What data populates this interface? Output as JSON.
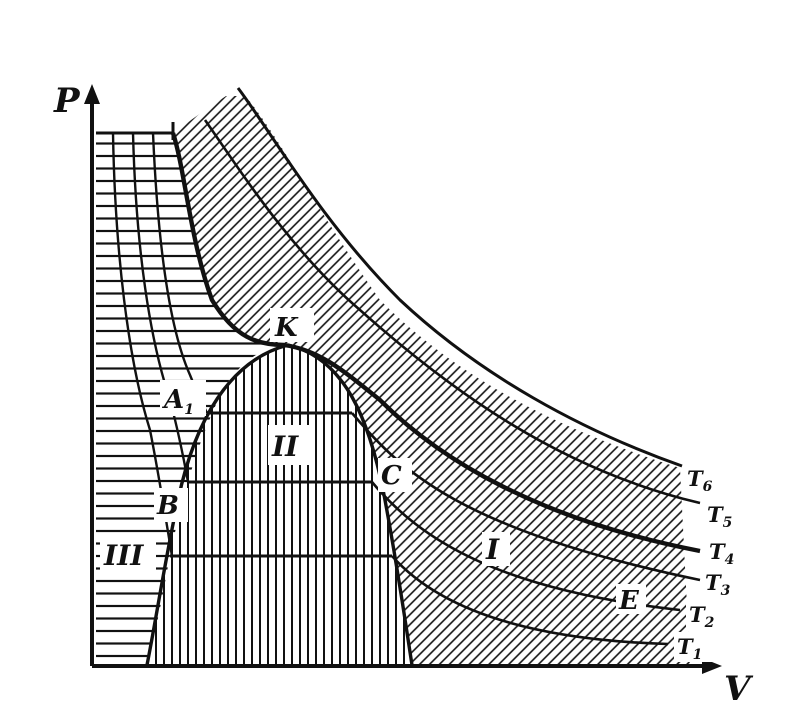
{
  "axes": {
    "y_label": "P",
    "x_label": "V"
  },
  "points": {
    "critical": "K",
    "a1_main": "A",
    "a1_sub": "1",
    "b": "B",
    "c": "C",
    "e": "E"
  },
  "regions": {
    "gas": "I",
    "two_phase": "II",
    "liquid": "III"
  },
  "isotherms": [
    {
      "main": "T",
      "sub": "6"
    },
    {
      "main": "T",
      "sub": "5"
    },
    {
      "main": "T",
      "sub": "4"
    },
    {
      "main": "T",
      "sub": "3"
    },
    {
      "main": "T",
      "sub": "2"
    },
    {
      "main": "T",
      "sub": "1"
    }
  ],
  "colors": {
    "ink": "#111111",
    "background": "#ffffff"
  }
}
